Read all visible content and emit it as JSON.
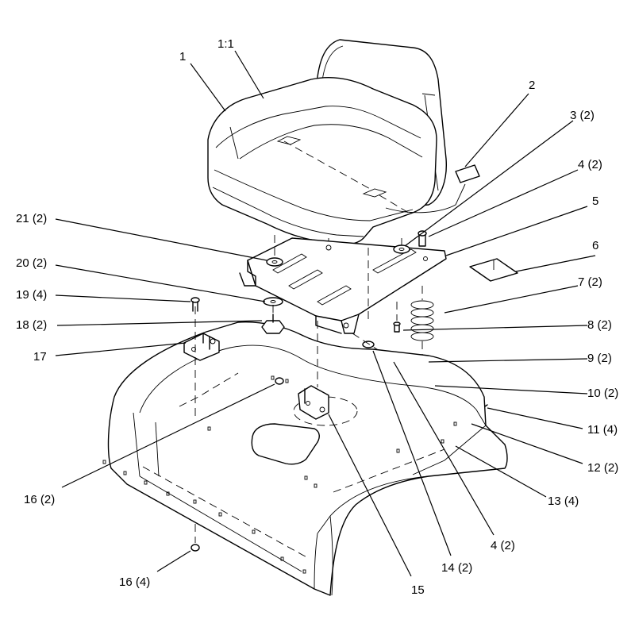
{
  "callouts": {
    "c1": "1",
    "c1_1": "1:1",
    "c2": "2",
    "c3": "3 (2)",
    "c4a": "4 (2)",
    "c5": "5",
    "c6": "6",
    "c7": "7 (2)",
    "c8": "8 (2)",
    "c9": "9 (2)",
    "c10": "10 (2)",
    "c11": "11 (4)",
    "c12": "12 (2)",
    "c13": "13 (4)",
    "c4b": "4 (2)",
    "c14": "14 (2)",
    "c15": "15",
    "c16a": "16 (2)",
    "c16b": "16 (4)",
    "c17": "17",
    "c18": "18 (2)",
    "c19": "19 (4)",
    "c20": "20 (2)",
    "c21": "21 (2)"
  }
}
